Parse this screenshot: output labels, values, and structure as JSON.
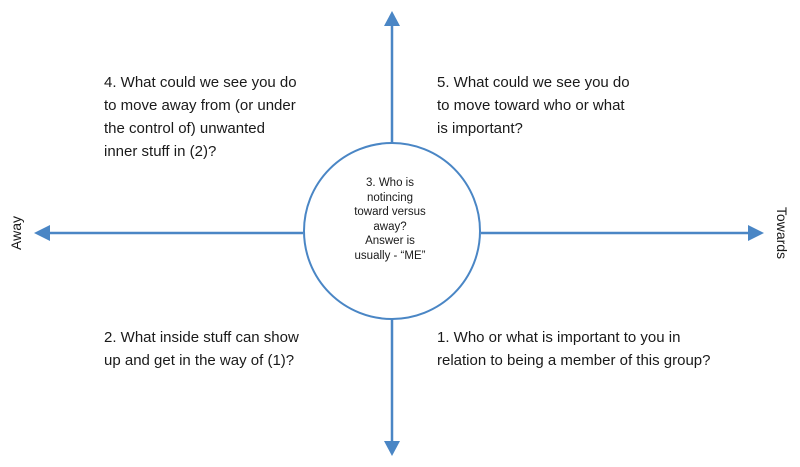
{
  "colors": {
    "arrow": "#4a86c5",
    "circle_stroke": "#4a86c5",
    "text": "#1a1a1a"
  },
  "axis_labels": {
    "left": "Away",
    "right": "Towards"
  },
  "center": {
    "text": "3. Who is\nnotincing\ntoward versus\naway?\nAnswer is\nusually - “ME”"
  },
  "quadrants": {
    "q1": "1. Who or what is important to you in\nrelation to being a member of this group?",
    "q2": "2. What inside stuff can show\nup and get in the way of (1)?",
    "q4": "4. What could we see you do\nto move away from (or under\nthe control of) unwanted\ninner stuff in (2)?",
    "q5": "5. What could we see you do\nto move toward who or what\nis important?"
  }
}
